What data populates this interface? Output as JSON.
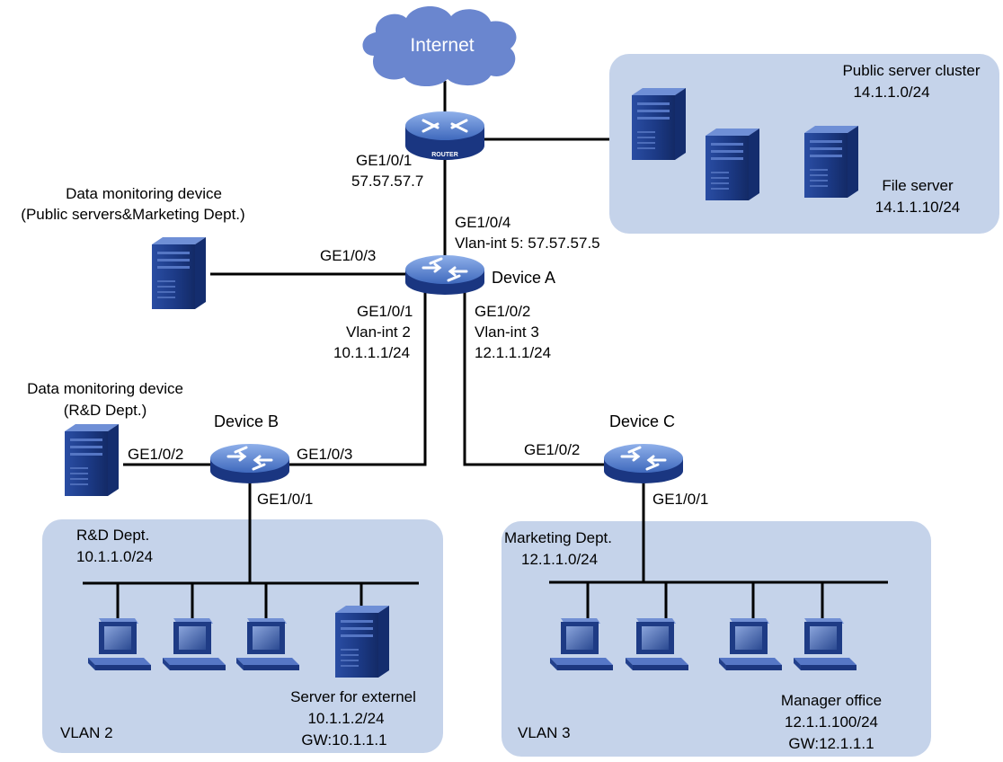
{
  "internet": {
    "label": "Internet"
  },
  "router": {
    "badge": "ROUTER"
  },
  "labels": {
    "router_port": "GE1/0/1",
    "router_ip": "57.57.57.7",
    "a_up_port": "GE1/0/4",
    "a_up_vlan": "Vlan-int 5: 57.57.57.5",
    "device_a": "Device A",
    "a_left_port": "GE1/0/3",
    "a_b_port": "GE1/0/1",
    "a_b_vlan": "Vlan-int 2",
    "a_b_ip": "10.1.1.1/24",
    "a_c_port": "GE1/0/2",
    "a_c_vlan": "Vlan-int 3",
    "a_c_ip": "12.1.1.1/24",
    "device_b": "Device B",
    "b_left_port": "GE1/0/2",
    "b_right_port": "GE1/0/3",
    "b_down_port": "GE1/0/1",
    "device_c": "Device C",
    "c_left_port": "GE1/0/2",
    "c_down_port": "GE1/0/1"
  },
  "monitor_public": {
    "line1": "Data monitoring device",
    "line2": "(Public servers&Marketing Dept.)"
  },
  "monitor_rd": {
    "line1": "Data monitoring device",
    "line2": "(R&D Dept.)"
  },
  "public_cluster": {
    "title": "Public server cluster",
    "subnet": "14.1.1.0/24",
    "file_server": "File server",
    "file_server_ip": "14.1.1.10/24"
  },
  "rd_dept": {
    "title": "R&D Dept.",
    "subnet": "10.1.1.0/24",
    "vlan": "VLAN 2",
    "server_name": "Server for externel",
    "server_ip": "10.1.1.2/24",
    "server_gw": "GW:10.1.1.1"
  },
  "marketing_dept": {
    "title": "Marketing Dept.",
    "subnet": "12.1.1.0/24",
    "vlan": "VLAN 3",
    "manager": "Manager office",
    "manager_ip": "12.1.1.100/24",
    "manager_gw": "GW:12.1.1.1"
  },
  "colors": {
    "zone_fill": "#c5d3ea",
    "device_dark": "#1f3f8f",
    "device_light": "#5b86d4",
    "cloud": "#6a86cf",
    "line": "#000000"
  }
}
